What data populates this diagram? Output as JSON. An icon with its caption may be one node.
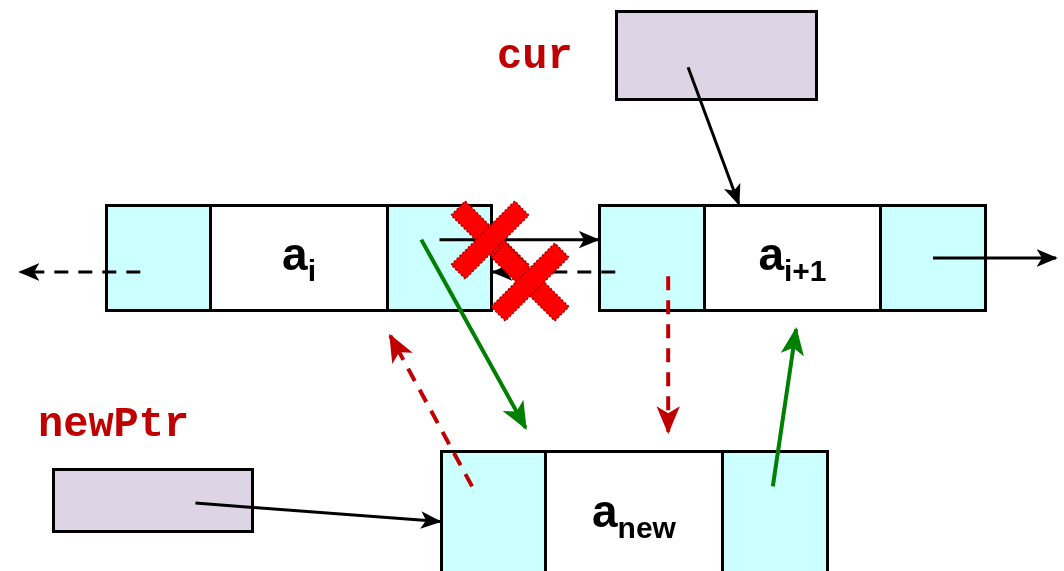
{
  "diagram": {
    "nodes": [
      {
        "text": [],
        "shape": "box",
        "beside": [
          "cur"
        ]
      },
      {
        "text": [],
        "shape": "box"
      },
      {
        "text": [
          "a$_{i}$"
        ]
      },
      {
        "text": [],
        "shape": "box"
      },
      {
        "text": [],
        "shape": "box"
      },
      {
        "text": [
          "a$_{i+1}$"
        ]
      },
      {
        "text": [],
        "shape": "box"
      },
      {
        "text": [],
        "shape": "box",
        "beside": [
          "newPtr"
        ]
      },
      {
        "text": [],
        "shape": "box"
      },
      {
        "text": [
          "a$_{new}$"
        ]
      },
      {
        "text": [],
        "shape": "box"
      }
    ],
    "edges": [
      {
        "from": 0,
        "to": 5,
        "arrow": "to"
      },
      {
        "from": 1,
        "to": null,
        "arrow": "to",
        "style": "dashed"
      },
      {
        "from": 3,
        "to": 4,
        "arrow": "to"
      },
      {
        "from": 4,
        "to": 3,
        "arrow": "to",
        "style": "dashed"
      },
      {
        "from": 6,
        "to": null,
        "arrow": "to"
      },
      {
        "from": 3,
        "to": 8,
        "arrow": "to",
        "color": "#008000"
      },
      {
        "from": 10,
        "to": 5,
        "arrow": "to",
        "color": "#008000"
      },
      {
        "from": 4,
        "to": 9,
        "arrow": "to",
        "style": "dashed",
        "color": "#c00000"
      },
      {
        "from": 8,
        "to": 3,
        "arrow": "to",
        "style": "dashed",
        "color": "#c00000"
      },
      {
        "from": 7,
        "to": 8,
        "arrow": "to"
      }
    ]
  }
}
